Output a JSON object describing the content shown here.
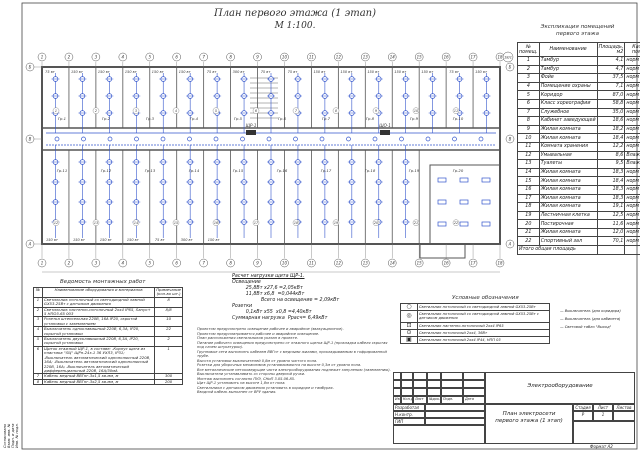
{
  "drawing": {
    "title_line1": "План первого этажа (1 этап)",
    "title_line2": "М 1:100."
  },
  "axes": {
    "top": [
      "1",
      "2",
      "3",
      "4",
      "5",
      "6",
      "7",
      "8",
      "9",
      "10",
      "11",
      "12",
      "13",
      "14",
      "15",
      "16",
      "17",
      "18"
    ],
    "top_extra": [
      "18/1"
    ],
    "left": [
      "Б",
      "В",
      "А"
    ],
    "right": [
      "Б",
      "В",
      "А"
    ]
  },
  "plan": {
    "lamp_labels": [
      "75 вт",
      "150 вт",
      "150 вт",
      "150 вт",
      "150 вт",
      "150 вт",
      "75 вт",
      "300 вт",
      "75 вт",
      "75 вт",
      "150 вт",
      "150 вт",
      "150 вт",
      "150 вт",
      "150 вт",
      "75 вт",
      "150 вт",
      "150 вт",
      "150 вт",
      "150 вт",
      "150 вт",
      "75 вт",
      "300 вт",
      "150 вт"
    ],
    "group_labels": [
      "Гр.1",
      "Гр.2",
      "Гр.3",
      "Гр.4",
      "Гр.5",
      "Гр.6",
      "Гр.7",
      "Гр.8",
      "Гр.9",
      "Гр.10",
      "Гр.11",
      "Гр.12",
      "Гр.13",
      "Гр.14",
      "Гр.15",
      "Гр.16",
      "Гр.17",
      "Гр.18",
      "Гр.19",
      "Гр.20"
    ],
    "panel_labels": [
      "ЩР-1",
      "ЩО-1"
    ],
    "room_numbers": [
      "1",
      "2",
      "3",
      "4",
      "5",
      "6",
      "7",
      "8",
      "9",
      "10",
      "11",
      "12",
      "13",
      "14",
      "15",
      "16",
      "17",
      "18",
      "19",
      "20",
      "21",
      "22"
    ]
  },
  "explication": {
    "title_line1": "Экспликация помещений",
    "title_line2": "первого этажа",
    "headers": [
      "№ помещ.",
      "Наименование",
      "Площадь, м2",
      "Кат. пом."
    ],
    "rows": [
      [
        "1",
        "Тамбур",
        "4,1",
        "норм"
      ],
      [
        "2",
        "Тамбур",
        "4,7",
        "норм"
      ],
      [
        "3",
        "Фойе",
        "37,5",
        "норм"
      ],
      [
        "4",
        "Помещение охраны",
        "7,1",
        "норм"
      ],
      [
        "5",
        "Коридор",
        "87,0",
        "норм"
      ],
      [
        "6",
        "Класс хореографии",
        "58,8",
        "норм"
      ],
      [
        "7",
        "Служебное",
        "35,0",
        "норм"
      ],
      [
        "8",
        "Кабинет заведующей",
        "18,6",
        "норм"
      ],
      [
        "9",
        "Жилая комната",
        "18,2",
        "норм"
      ],
      [
        "10",
        "Жилая комната",
        "18,4",
        "норм"
      ],
      [
        "11",
        "Комната хранения",
        "12,2",
        "норм"
      ],
      [
        "12",
        "Умывальная",
        "8,6",
        "Влажное"
      ],
      [
        "13",
        "Туалеты",
        "9,5",
        "Влажное"
      ],
      [
        "14",
        "Жилая комната",
        "18,3",
        "норм"
      ],
      [
        "15",
        "Жилая комната",
        "18,4",
        "норм"
      ],
      [
        "16",
        "Жилая комната",
        "18,3",
        "норм"
      ],
      [
        "17",
        "Жилая комната",
        "18,3",
        "норм"
      ],
      [
        "18",
        "Жилая комната",
        "19,1",
        "норм"
      ],
      [
        "19",
        "Лестничная клетка",
        "12,5",
        "норм"
      ],
      [
        "20",
        "Постирочная",
        "11,6",
        "норм"
      ],
      [
        "21",
        "Жилая комната",
        "12,0",
        "норм"
      ],
      [
        "22",
        "Спортивный зал",
        "70,1",
        "норм"
      ]
    ],
    "total_label": "Итого общая площадь",
    "total_value": ""
  },
  "equipment": {
    "title": "Ведомость монтажных работ",
    "headers": [
      "№",
      "Наименование оборудования и материалов",
      "Примечание (кол-во шт.)"
    ],
    "rows": [
      [
        "1",
        "Светильник потолочный со светодиодной лампой GX53-25Вт с датчиком движения",
        "8"
      ],
      [
        "2",
        "Светильник настенно-потолочный 2хх4 IP65, Sanyo+ 5 НПО3-65 003",
        "8/8"
      ],
      [
        "3",
        "Розетка штепсельная 220В, 16А IP20, скрытой установки с заземлением",
        "10"
      ],
      [
        "4",
        "Выключатель одноклавишный 220В, 6,3А, IP20, скрытой установки",
        "22"
      ],
      [
        "5",
        "Выключатель двухклавишный 220В, 6,3А, IP20, скрытой установки",
        "2"
      ],
      [
        "6",
        "Щиток этажный ЩР-1, в составе: -Корпус щита из пластика \"ЛЦ\" ЩРн-24з-1 36 УХЛ3, IP31; -Выключатель автоматический однополюсный 220В, 16А; -Выключатель автоматический однополюсный 220В, 16А; -Выключатель автоматический дифференциальный 220В, 16А/30мА",
        "1"
      ],
      [
        "7",
        "Кабель медный ВВГнг-3х1,5 кв.мм, м",
        "300"
      ],
      [
        "8",
        "Кабель медный ВВГнг-3х2,5 кв.мм, м",
        "200"
      ]
    ]
  },
  "calculation": {
    "lines": [
      "Расчет нагрузки щита ЩР-1.",
      "Освещение",
      "         25,8Вт x27,6 =2,05кВт",
      "         11,8Вт x6,8  =0,044кВт",
      "                   Всего на освещение = 2,09кВт",
      "Розетки",
      "         0,1кВт x55  x0,8 =4,40кВт",
      "Суммарная нагрузка  Ррасч= 6,49кВт"
    ]
  },
  "notes": [
    "Проектом предусмотрено освещение рабочее и аварийное (эвакуационное).",
    "Проектом предусматривается рабочее и аварийное освещение.",
    "План расположения светильников указан в проекте.",
    "Питание рабочего освещения предусмотрено от этажного щитка ЩР-1 (прокладка кабеля скрытая под слоем штукатурки).",
    "Групповые сети выполнить кабелем ВВГнг с медными жилами, прокладываемым в гофрированной трубе.",
    "Высота установки выключателей 0,8м от уровня чистого пола.",
    "Розетки для уборочных механизмов устанавливаются на высоте 0,3м от уровня пола.",
    "Все металлические нетоковедущие части электрооборудования подлежат занулению (заземлению).",
    "Выключатели устанавливать со стороны дверной ручки.",
    "Монтаж выполнить согласно ПУЭ, СНиП 3.05.06-85.",
    "Щит ЩР-1 установить на высоте 1,8м от пола.",
    "Светильники с датчиком движения установить в коридоре и тамбурах.",
    "Вводной кабель выполнен от ВРУ здания."
  ],
  "legend": {
    "title": "Условные обозначения",
    "items": [
      {
        "sym": "○",
        "text": "Светильник потолочный со светодиодной лампой GX53-25Вт"
      },
      {
        "sym": "◎",
        "text": "Светильник потолочный со светодиодной лампой GX53-25Вт с датчиком движения"
      },
      {
        "sym": "⊡",
        "text": "Светильник настенно-потолочный 2хх4 IP65"
      },
      {
        "sym": "⊙",
        "text": "Светильник потолочный 2хх4, 36Вт"
      },
      {
        "sym": "▣",
        "text": "Светильник потолочный 2хх4 IP44, НПП 03"
      }
    ],
    "aside": [
      "— Выключатель (для коридора)",
      "— Выключатель (для кабинета)",
      "— Световой табло \"Выход\""
    ]
  },
  "stamp": {
    "labels": [
      "Изм.",
      "Кол.уч.",
      "Лист",
      "№док.",
      "Подп.",
      "Дата"
    ],
    "role1": "Разработал",
    "role2": "Н.контр.",
    "role3": "ГИП",
    "section": "Электрооборудование",
    "sheet_title_line1": "План электросети",
    "sheet_title_line2": "первого этажа (1 этап)",
    "stage_label": "Стадия",
    "sheet_label": "Лист",
    "sheets_label": "Листов",
    "stage": "Р",
    "sheet_num": "1",
    "format": "Формат А2"
  },
  "sidebar": {
    "labels": [
      "Согласовано",
      "Взам. инв. №",
      "Подп. и дата",
      "Инв. № подл."
    ]
  }
}
